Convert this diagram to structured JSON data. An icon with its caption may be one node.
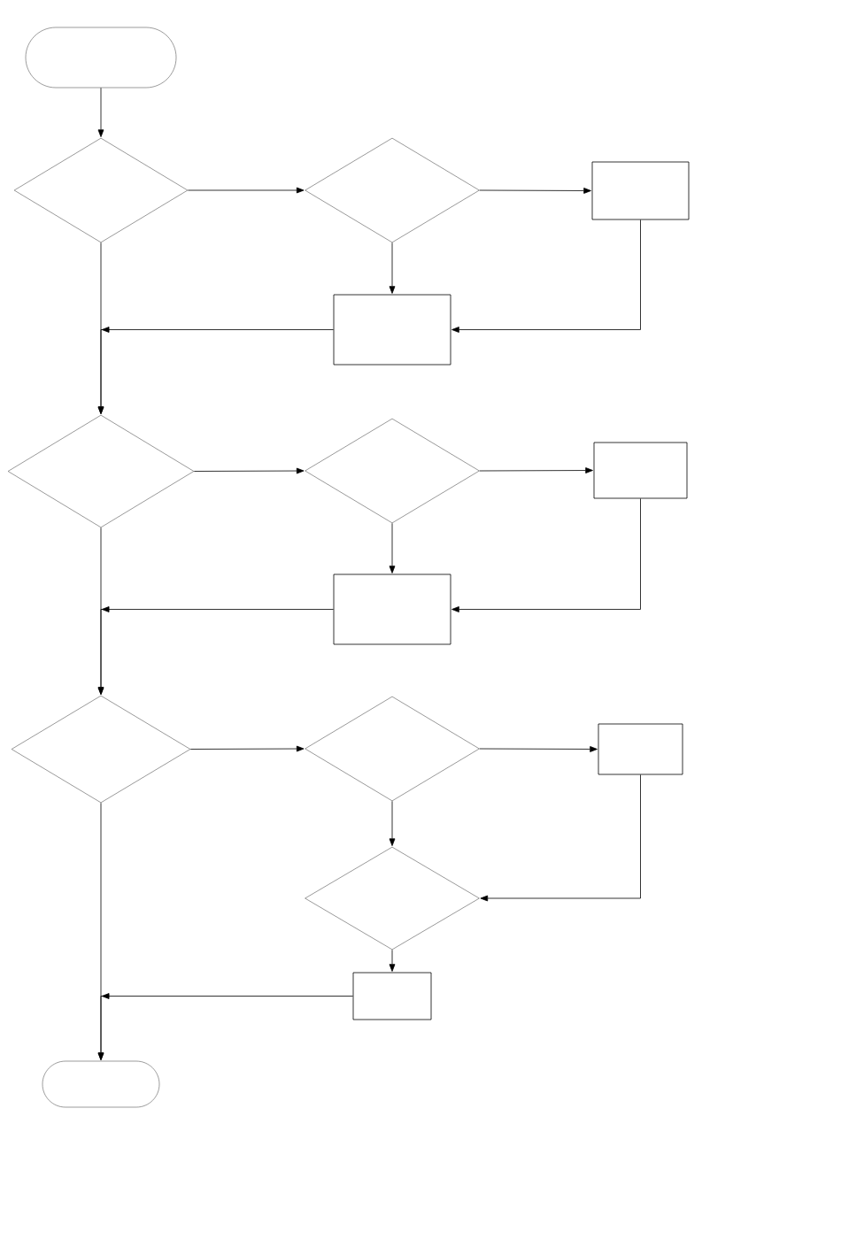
{
  "diagram": {
    "nodes": [
      {
        "text": [],
        "shape": "pill"
      },
      {
        "text": [],
        "shape": "diamond"
      },
      {
        "text": [],
        "shape": "diamond"
      },
      {
        "text": [],
        "shape": "box"
      },
      {
        "text": [],
        "shape": "box"
      },
      {
        "text": [],
        "shape": "diamond"
      },
      {
        "text": [],
        "shape": "diamond"
      },
      {
        "text": [],
        "shape": "box"
      },
      {
        "text": [],
        "shape": "box"
      },
      {
        "text": [],
        "shape": "diamond"
      },
      {
        "text": [],
        "shape": "diamond"
      },
      {
        "text": [],
        "shape": "box"
      },
      {
        "text": [],
        "shape": "diamond"
      },
      {
        "text": [],
        "shape": "box"
      },
      {
        "text": [],
        "shape": "pill"
      }
    ],
    "edges": [
      {
        "from": 0,
        "to": 1,
        "arrow": "to"
      },
      {
        "from": 1,
        "to": 2,
        "arrow": "to"
      },
      {
        "from": 2,
        "to": 3,
        "arrow": "to"
      },
      {
        "from": 2,
        "to": 4,
        "arrow": "to"
      },
      {
        "from": 3,
        "to": 4,
        "arrow": "to"
      },
      {
        "from": 4,
        "to": 5,
        "arrow": "to"
      },
      {
        "from": 1,
        "to": 5,
        "arrow": "to"
      },
      {
        "from": 5,
        "to": 6,
        "arrow": "to"
      },
      {
        "from": 6,
        "to": 7,
        "arrow": "to"
      },
      {
        "from": 6,
        "to": 8,
        "arrow": "to"
      },
      {
        "from": 7,
        "to": 8,
        "arrow": "to"
      },
      {
        "from": 8,
        "to": 9,
        "arrow": "to"
      },
      {
        "from": 5,
        "to": 9,
        "arrow": "to"
      },
      {
        "from": 9,
        "to": 10,
        "arrow": "to"
      },
      {
        "from": 10,
        "to": 11,
        "arrow": "to"
      },
      {
        "from": 10,
        "to": 12,
        "arrow": "to"
      },
      {
        "from": 11,
        "to": 12,
        "arrow": "to"
      },
      {
        "from": 12,
        "to": 13,
        "arrow": "to"
      },
      {
        "from": 13,
        "to": 14,
        "arrow": "to"
      },
      {
        "from": 9,
        "to": 14,
        "arrow": "to"
      }
    ]
  }
}
